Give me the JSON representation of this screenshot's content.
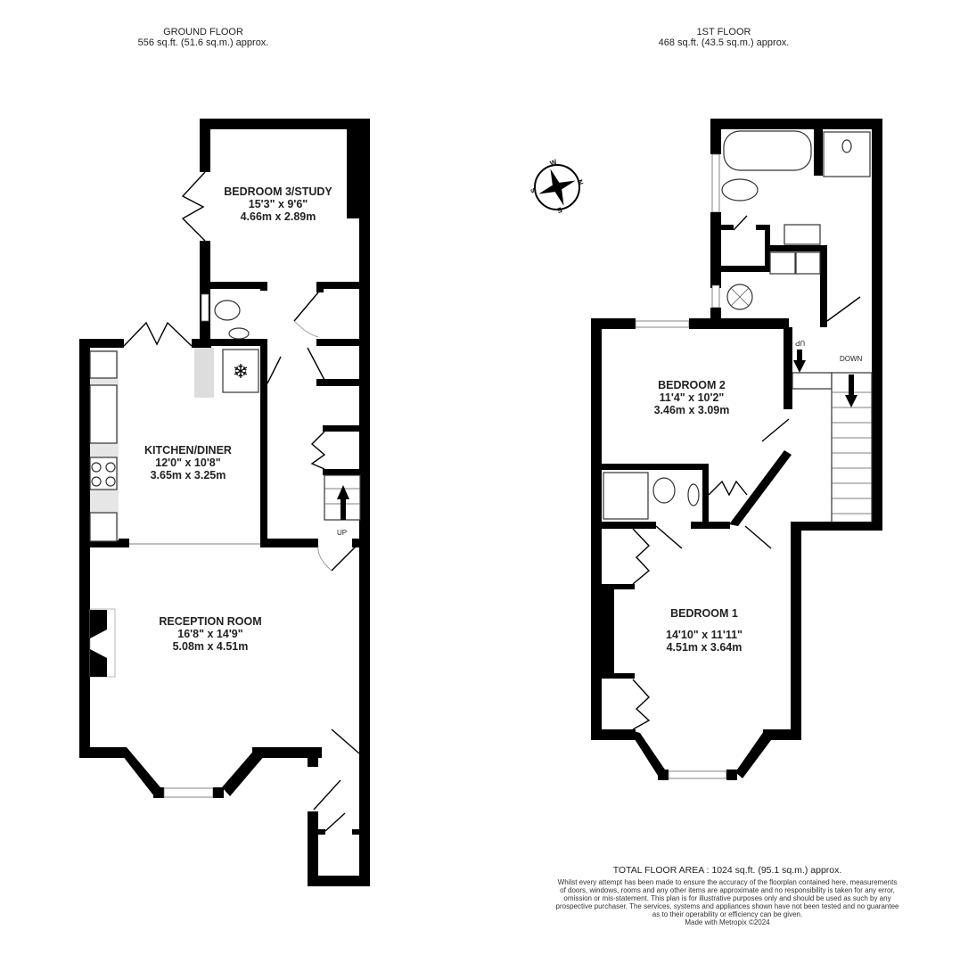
{
  "ground_floor": {
    "title": "GROUND FLOOR",
    "area": "556 sq.ft. (51.6 sq.m.) approx.",
    "rooms": [
      {
        "name": "BEDROOM 3/STUDY",
        "imperial": "15'3\"  x 9'6\"",
        "metric": "4.66m  x 2.89m"
      },
      {
        "name": "KITCHEN/DINER",
        "imperial": "12'0\"  x 10'8\"",
        "metric": "3.65m  x 3.25m"
      },
      {
        "name": "RECEPTION ROOM",
        "imperial": "16'8\"  x 14'9\"",
        "metric": "5.08m  x 4.51m"
      }
    ],
    "stairs_label": "UP"
  },
  "first_floor": {
    "title": "1ST FLOOR",
    "area": "468 sq.ft. (43.5 sq.m.) approx.",
    "rooms": [
      {
        "name": "BEDROOM 2",
        "imperial": "11'4\"  x 10'2\"",
        "metric": "3.46m  x 3.09m"
      },
      {
        "name": "BEDROOM 1",
        "imperial": "14'10\"  x 11'11\"",
        "metric": "4.51m  x 3.64m"
      }
    ],
    "stairs_up_label": "UP",
    "stairs_down_label": "DOWN"
  },
  "compass": {
    "icon": "compass-icon",
    "labels": [
      "W",
      "N",
      "E",
      "S"
    ]
  },
  "footer": {
    "total_area": "TOTAL FLOOR AREA : 1024 sq.ft. (95.1 sq.m.) approx.",
    "disclaimer_lines": [
      "Whilst every attempt has been made to ensure the accuracy of the floorplan contained here, measurements",
      "of doors, windows, rooms and any other items are approximate and no responsibility is taken for any error,",
      "omission or mis-statement. This plan is for illustrative purposes only and should be used as such by any",
      "prospective purchaser. The services, systems and appliances shown have not been tested and no guarantee",
      "as to their operability or efficiency can be given."
    ],
    "credit": "Made with Metropix ©2024"
  }
}
